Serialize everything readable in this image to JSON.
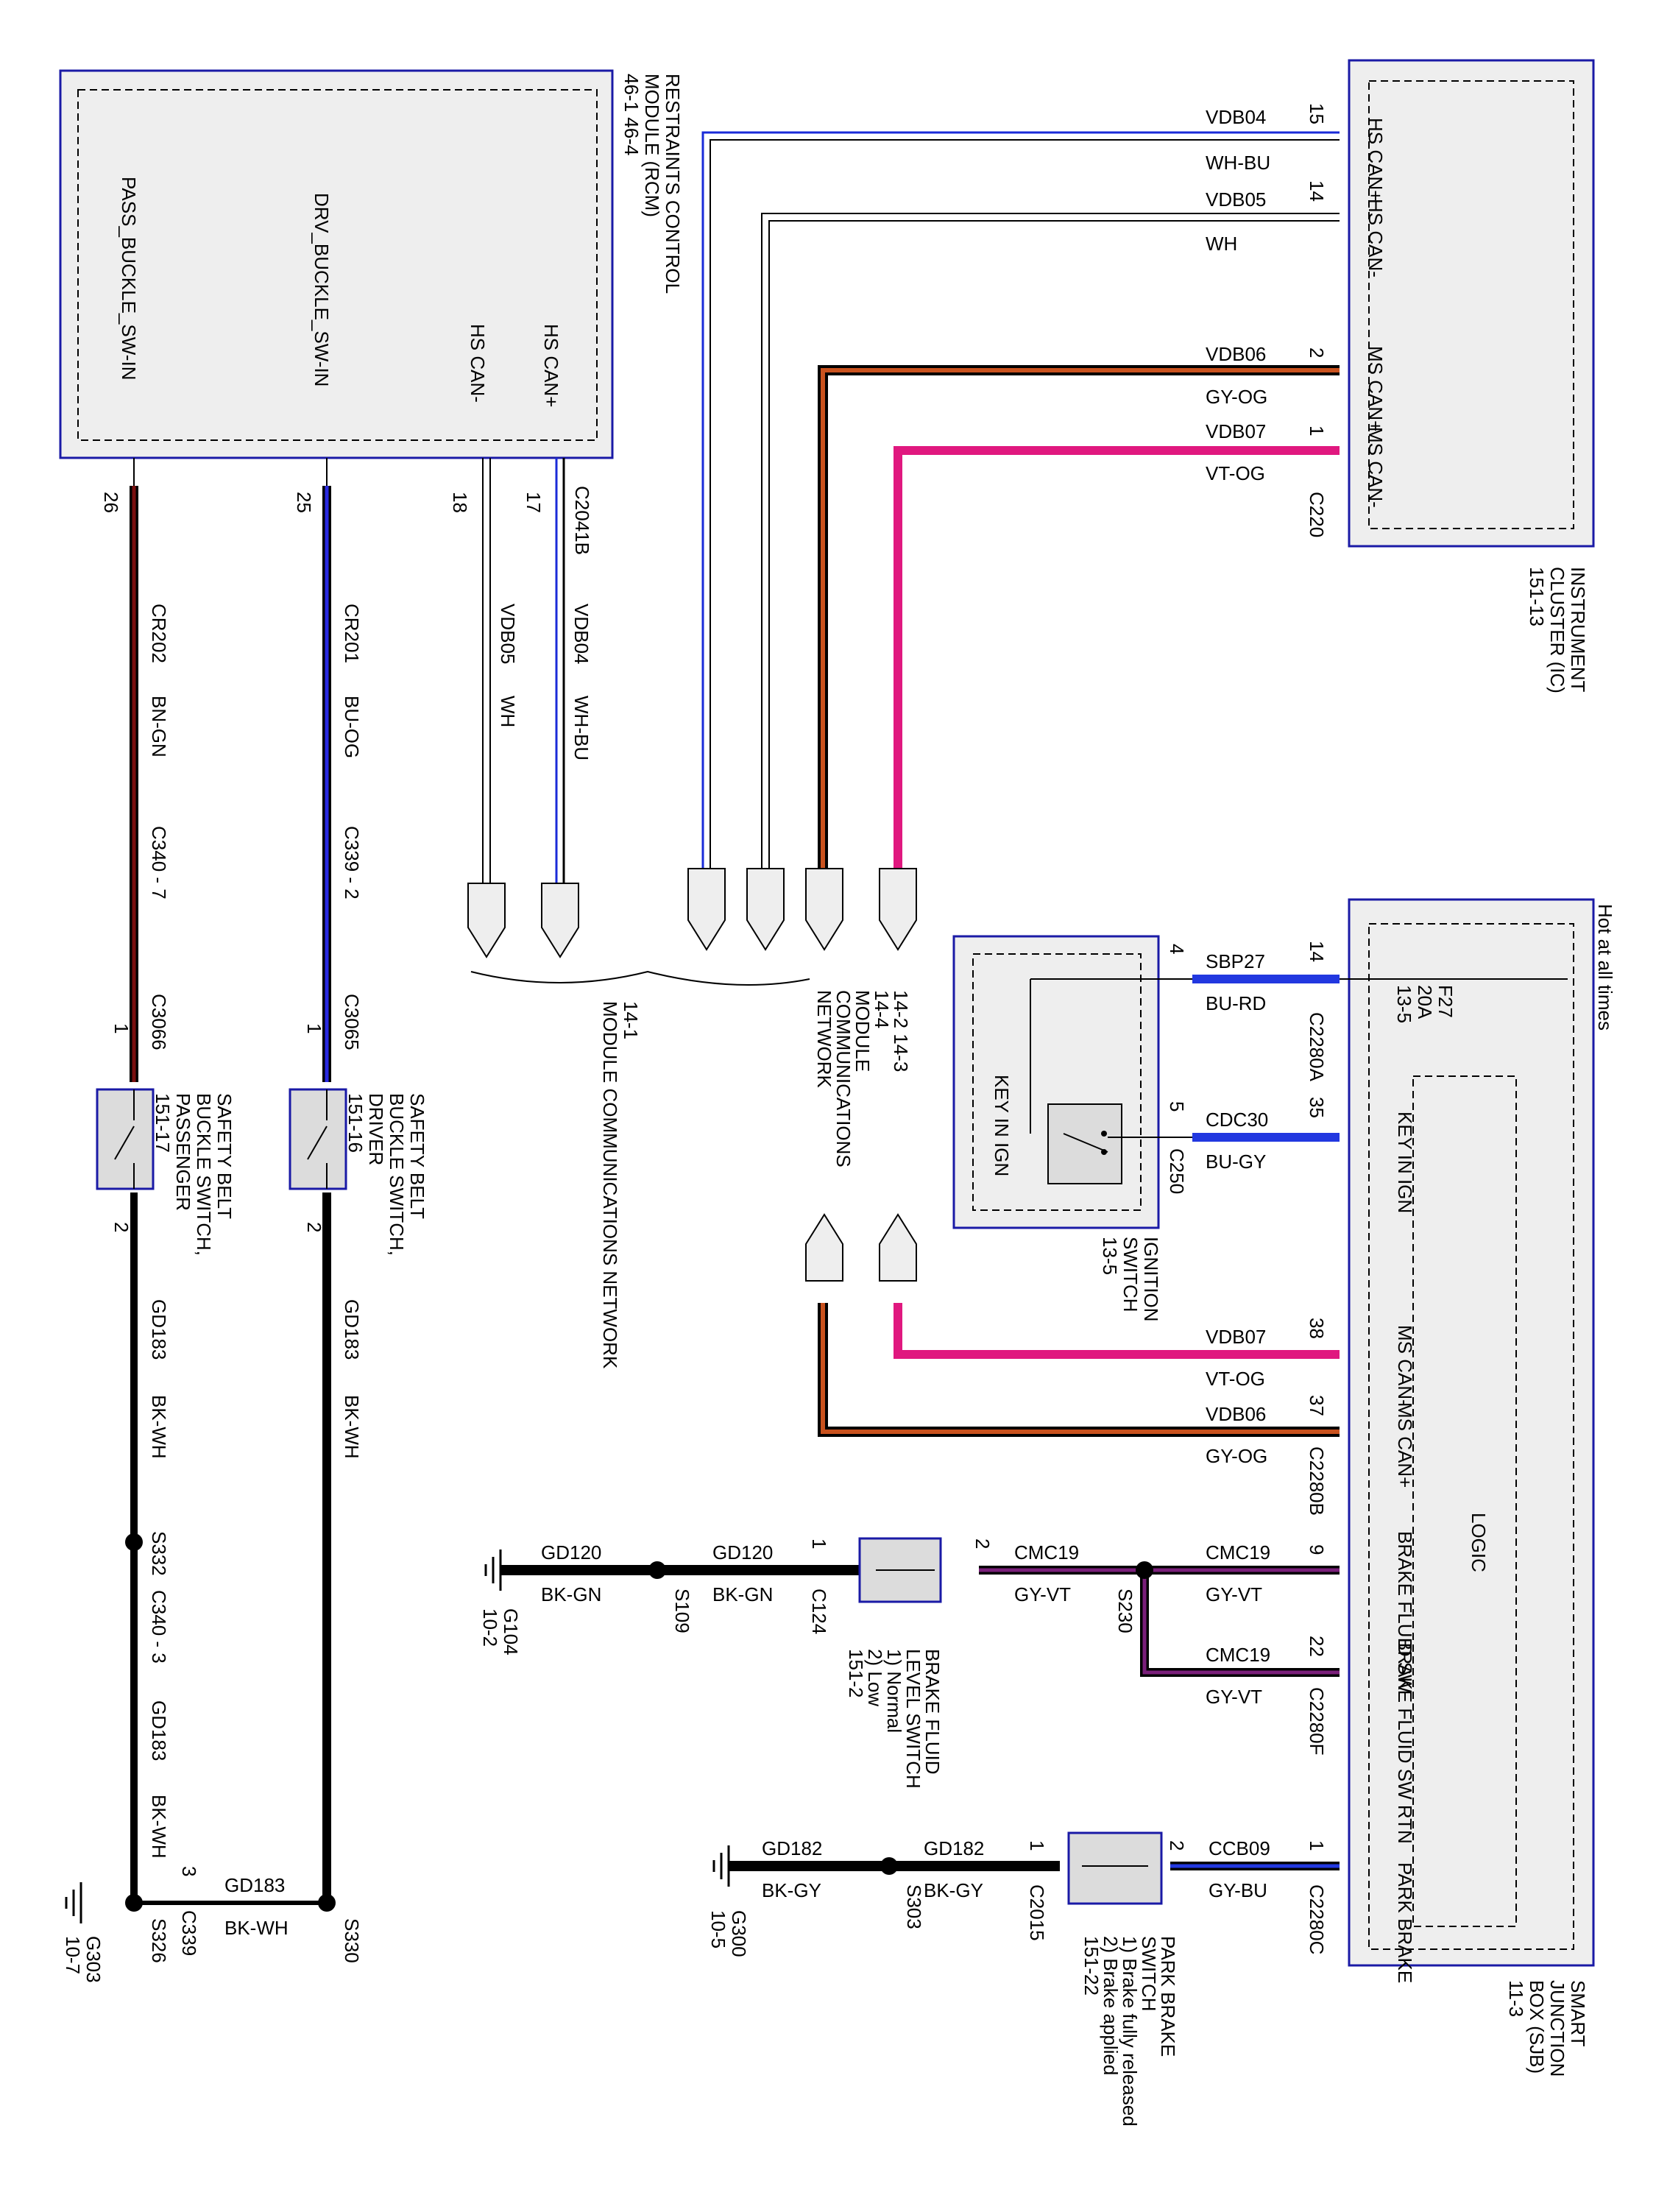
{
  "modules": {
    "rcm": {
      "lines": [
        "RESTRAINTS CONTROL",
        "MODULE (RCM)",
        "46-1   46-4"
      ],
      "pins": [
        "PASS_BUCKLE_SW-IN",
        "DRV_BUCKLE_SW-IN",
        "HS CAN-",
        "HS CAN+"
      ]
    },
    "ic": {
      "lines": [
        "INSTRUMENT",
        "CLUSTER (IC)",
        "151-13"
      ],
      "pins": [
        "HS CAN+",
        "HS CAN-",
        "MS CAN+",
        "MS CAN-"
      ]
    },
    "sjb": {
      "lines": [
        "SMART",
        "JUNCTION",
        "BOX (SJB)",
        "11-3"
      ],
      "hot": "Hot at all times",
      "fuse": [
        "F27",
        "20A",
        "13-5"
      ],
      "logic": "LOGIC",
      "pins": [
        "KEY IN IGN",
        "MS CAN-",
        "MS CAN+",
        "BRAKE FLUID SW",
        "BRAKE FLUID SW RTN",
        "PARK BRAKE"
      ]
    },
    "ignition": {
      "lines": [
        "IGNITION",
        "SWITCH",
        "13-5"
      ],
      "inner": "KEY IN IGN"
    }
  },
  "switches": {
    "driver": {
      "lines": [
        "SAFETY BELT",
        "BUCKLE SWITCH,",
        "DRIVER",
        "151-16"
      ]
    },
    "passenger": {
      "lines": [
        "SAFETY BELT",
        "BUCKLE SWITCH,",
        "PASSENGER",
        "151-17"
      ]
    },
    "brake_fluid": {
      "lines": [
        "BRAKE FLUID",
        "LEVEL SWITCH",
        "1) Normal",
        "2) Low",
        "151-2"
      ]
    },
    "park_brake": {
      "lines": [
        "PARK BRAKE",
        "SWITCH",
        "1) Brake fully released",
        "2) Brake applied",
        "151-22"
      ]
    }
  },
  "network": {
    "mcn": {
      "lines": [
        "14-2   14-3",
        "14-4",
        "MODULE",
        "COMMUNICATIONS",
        "NETWORK"
      ]
    },
    "hs": {
      "lines": [
        "14-1",
        "MODULE COMMUNICATIONS NETWORK"
      ]
    }
  },
  "connectors": [
    "C2041B",
    "C220",
    "C2280A",
    "C250",
    "C2280B",
    "C2280F",
    "C2280C",
    "C3066",
    "C3065",
    "C340 - 7",
    "C339 - 2",
    "C340 - 3",
    "C339",
    "C124",
    "C2015"
  ],
  "pin_numbers": [
    "26",
    "25",
    "18",
    "17",
    "15",
    "14",
    "2",
    "1",
    "4",
    "14",
    "5",
    "35",
    "38",
    "37",
    "9",
    "22",
    "2",
    "1",
    "1",
    "2",
    "1",
    "2",
    "1",
    "2",
    "1",
    "3"
  ],
  "circuits": [
    {
      "id": "VDB04",
      "color": "WH-BU"
    },
    {
      "id": "VDB05",
      "color": "WH"
    },
    {
      "id": "VDB06",
      "color": "GY-OG"
    },
    {
      "id": "VDB07",
      "color": "VT-OG"
    },
    {
      "id": "SBP27",
      "color": "BU-RD"
    },
    {
      "id": "CDC30",
      "color": "BU-GY"
    },
    {
      "id": "CMC19",
      "color": "GY-VT"
    },
    {
      "id": "CCB09",
      "color": "GY-BU"
    },
    {
      "id": "CR202",
      "color": "BN-GN"
    },
    {
      "id": "CR201",
      "color": "BU-OG"
    },
    {
      "id": "GD183",
      "color": "BK-WH"
    },
    {
      "id": "GD120",
      "color": "BK-GN"
    },
    {
      "id": "GD182",
      "color": "BK-GY"
    }
  ],
  "splices": [
    "S332",
    "S326",
    "S330",
    "S109",
    "S230",
    "S303"
  ],
  "grounds": [
    {
      "id": "G104",
      "ref": "10-2"
    },
    {
      "id": "G303",
      "ref": "10-7"
    },
    {
      "id": "G300",
      "ref": "10-5"
    }
  ],
  "wire_colors": {
    "WH-BU": "#1a2bd8",
    "WH": "#000000",
    "GY-OG": "#c9521e",
    "VT-OG": "#e0187f",
    "BU-RD": "#2238e0",
    "BU-GY": "#2238e0",
    "GY-VT": "#7a1f7a",
    "BN-GN": "#7a1010",
    "BU-OG": "#2a2ae0",
    "BK": "#000000"
  }
}
